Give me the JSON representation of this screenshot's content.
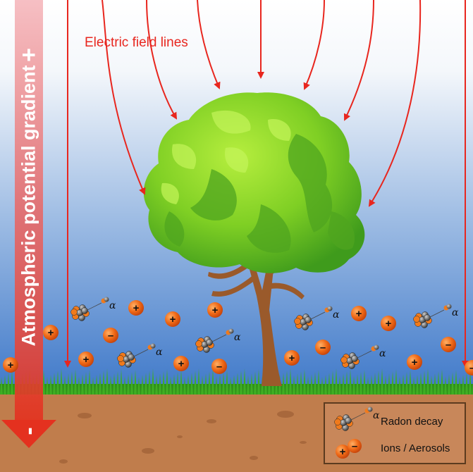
{
  "diagram": {
    "field_lines_label": "Electric field lines",
    "gradient_label": "Atmospheric potential gradient",
    "top_sign": "+",
    "bottom_sign": "-",
    "particle_plus": "+",
    "particle_minus": "–",
    "alpha_symbol": "α"
  },
  "legend": {
    "radon_label": "Radon decay",
    "ions_label": "Ions / Aerosols"
  },
  "colors": {
    "field_line": "#e8261e",
    "sky_top": "#ffffff",
    "sky_bottom": "#3e78c9",
    "soil": "#c07d4c",
    "grass": "#2f8f1a",
    "particle": "#ee5e14"
  }
}
